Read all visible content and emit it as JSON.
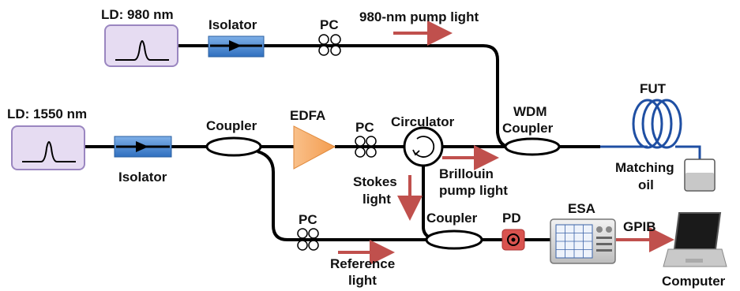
{
  "labels": {
    "ld980": "LD: 980 nm",
    "ld1550": "LD: 1550 nm",
    "isolator_top": "Isolator",
    "isolator_bottom": "Isolator",
    "pc_top": "PC",
    "pc_mid": "PC",
    "pc_bottom": "PC",
    "pump980": "980-nm pump light",
    "coupler_left": "Coupler",
    "edfa": "EDFA",
    "circulator": "Circulator",
    "wdm_line1": "WDM",
    "wdm_line2": "Coupler",
    "fut": "FUT",
    "matching_line1": "Matching",
    "matching_line2": "oil",
    "brillouin_line1": "Brillouin",
    "brillouin_line2": "pump light",
    "stokes_line1": "Stokes",
    "stokes_line2": "light",
    "coupler_bottom": "Coupler",
    "pd": "PD",
    "esa": "ESA",
    "gpib": "GPIB",
    "computer": "Computer",
    "reference_line1": "Reference",
    "reference_line2": "light"
  },
  "colors": {
    "laser_box_fill": "#e6dcf2",
    "laser_box_stroke": "#9a86c0",
    "isolator_fill": "#4f8fd6",
    "edfa_fill": "#f7b174",
    "arrow_red": "#c0504d",
    "fut_coil": "#1f4fa3",
    "pd_fill": "#d9534f",
    "fiber": "#000000"
  }
}
